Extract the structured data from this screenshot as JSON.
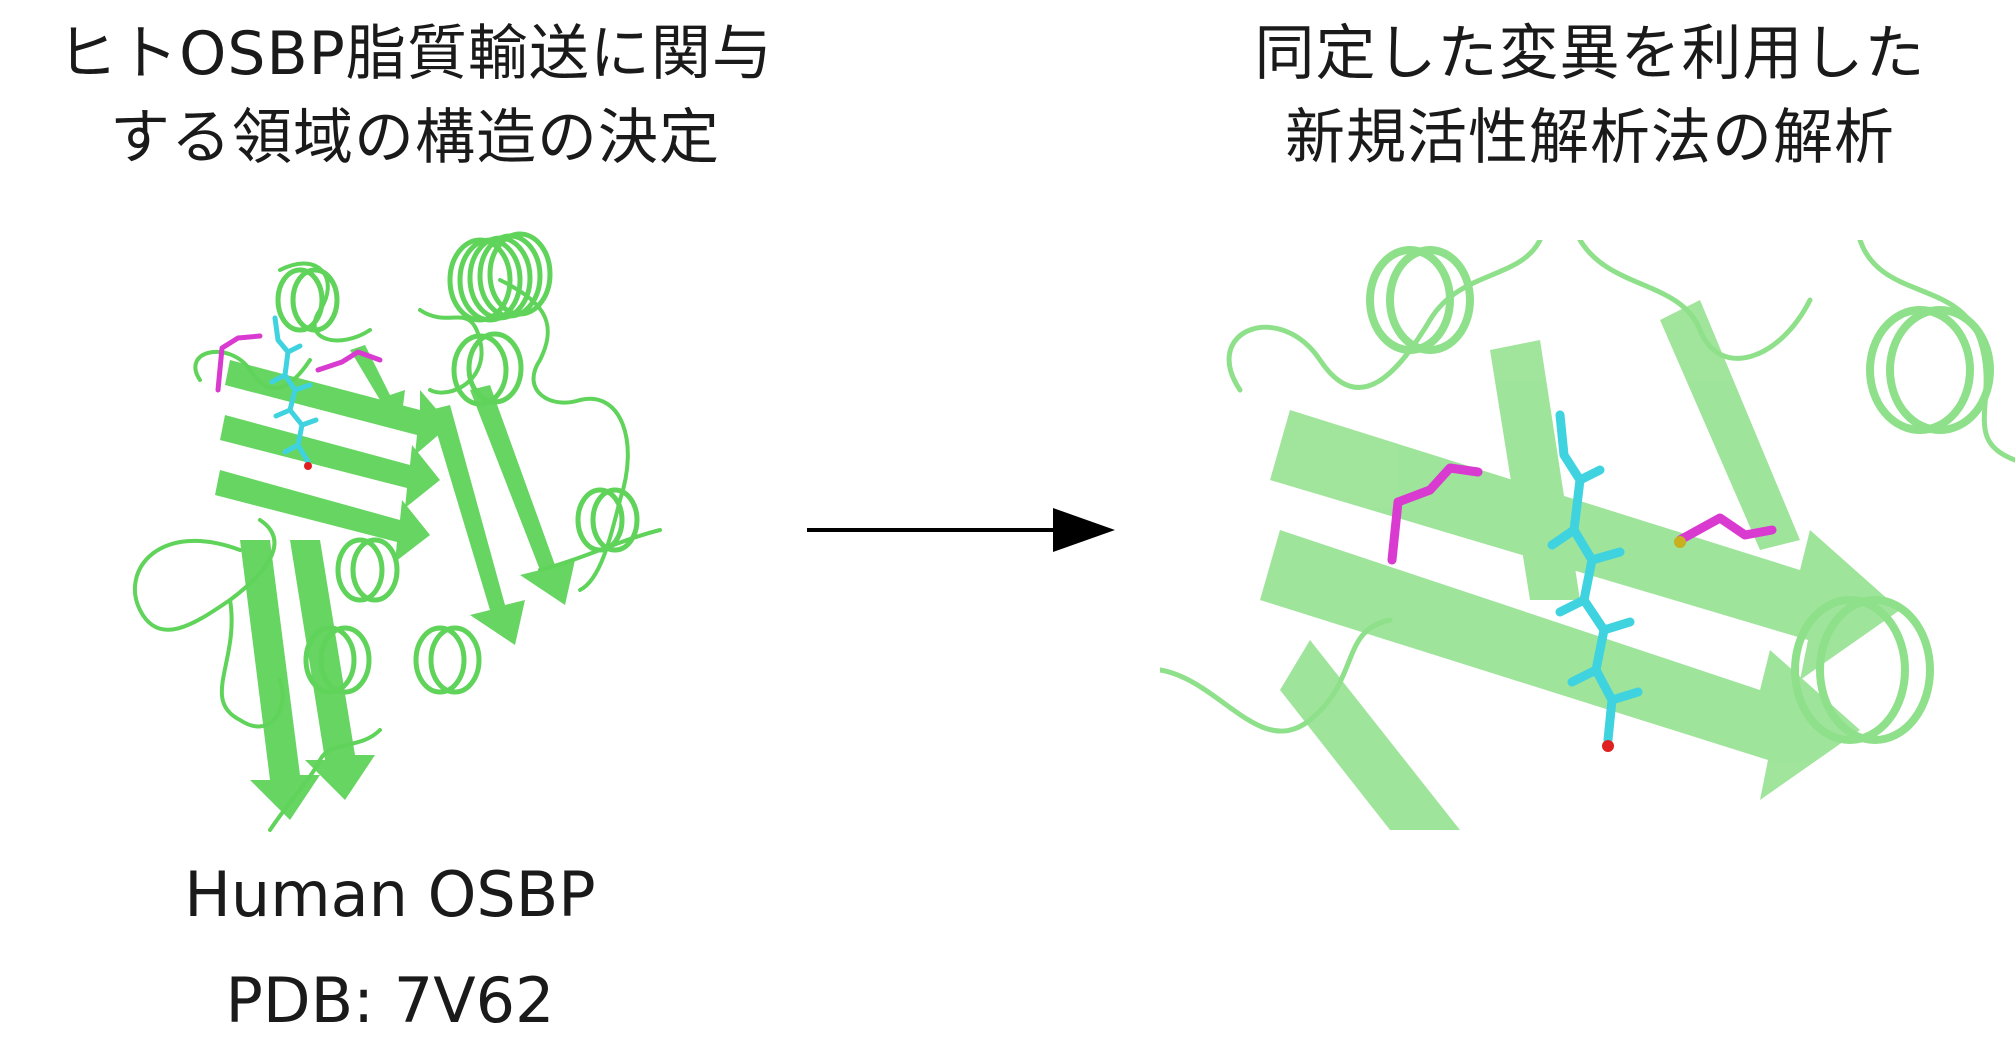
{
  "left_heading": {
    "line1": "ヒトOSBP脂質輸送に関与",
    "line2": "する領域の構造の決定"
  },
  "right_heading": {
    "line1": "同定した変異を利用した",
    "line2": "新規活性解析法の解析"
  },
  "structure_caption": {
    "line1": "Human OSBP",
    "line2": "PDB: 7V62"
  },
  "colors": {
    "protein_left": "#5fd35a",
    "protein_right": "#8fe08a",
    "ligand": "#3fd3e0",
    "residue": "#d93ad0",
    "oxygen": "#e02020",
    "sulfur": "#c8b020",
    "arrow": "#000000"
  }
}
